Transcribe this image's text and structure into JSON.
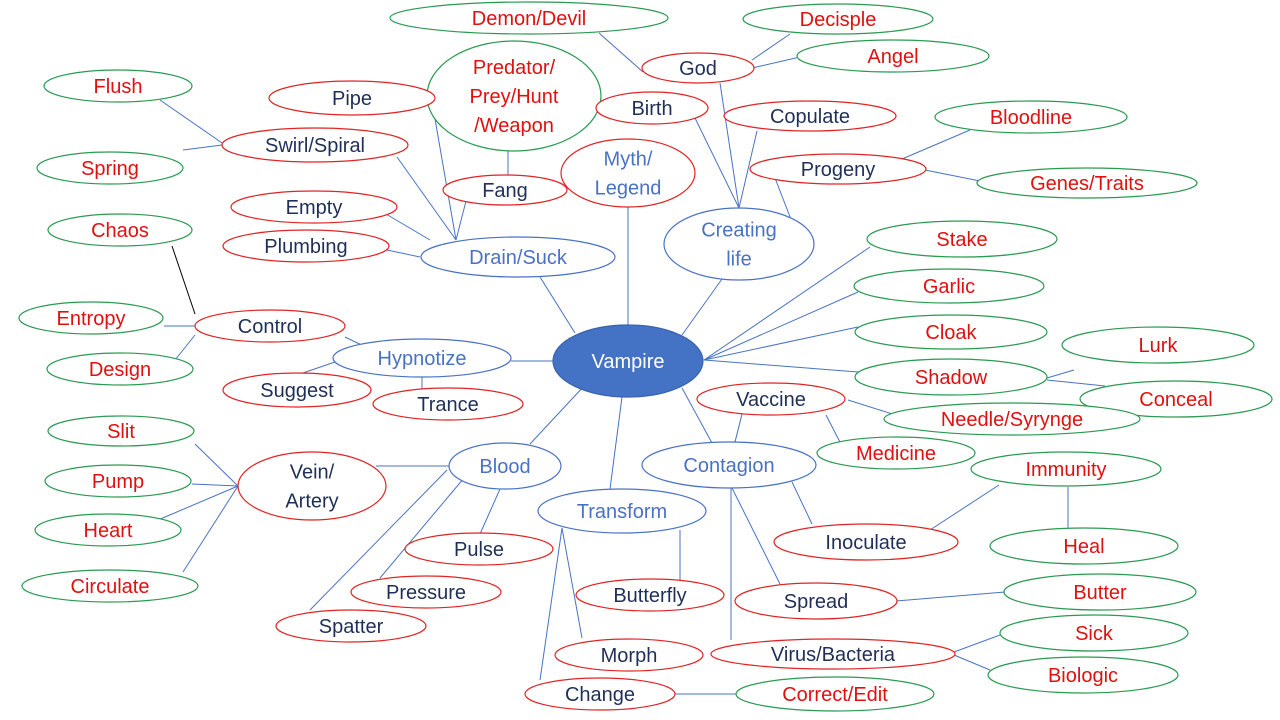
{
  "colors": {
    "blue_line": "#4a72c4",
    "red_border": "#e02424",
    "green_border": "#2a9a52",
    "blue_border": "#4a72c4",
    "dark_text": "#1f2f57",
    "red_text": "#e01010",
    "blue_text": "#4a72c4",
    "center_fill": "#4472c4",
    "center_text": "#ffffff"
  },
  "center": {
    "id": "vampire",
    "label": "Vampire"
  },
  "nodes": [
    {
      "id": "myth",
      "lines": [
        "Myth/",
        "Legend"
      ],
      "style": "red-blue"
    },
    {
      "id": "creating",
      "lines": [
        "Creating",
        "life"
      ],
      "style": "blue"
    },
    {
      "id": "drain",
      "lines": [
        "Drain/Suck"
      ],
      "style": "blue"
    },
    {
      "id": "hypnotize",
      "lines": [
        "Hypnotize"
      ],
      "style": "blue"
    },
    {
      "id": "blood",
      "lines": [
        "Blood"
      ],
      "style": "blue"
    },
    {
      "id": "transform",
      "lines": [
        "Transform"
      ],
      "style": "blue"
    },
    {
      "id": "contagion",
      "lines": [
        "Contagion"
      ],
      "style": "blue"
    },
    {
      "id": "demon",
      "lines": [
        "Demon/Devil"
      ],
      "style": "green"
    },
    {
      "id": "decisple",
      "lines": [
        "Decisple"
      ],
      "style": "green"
    },
    {
      "id": "god",
      "lines": [
        "God"
      ],
      "style": "red"
    },
    {
      "id": "angel",
      "lines": [
        "Angel"
      ],
      "style": "green"
    },
    {
      "id": "predator",
      "lines": [
        "Predator/",
        "Prey/Hunt",
        "/Weapon"
      ],
      "style": "green"
    },
    {
      "id": "pipe",
      "lines": [
        "Pipe"
      ],
      "style": "red"
    },
    {
      "id": "birth",
      "lines": [
        "Birth"
      ],
      "style": "red"
    },
    {
      "id": "copulate",
      "lines": [
        "Copulate"
      ],
      "style": "red"
    },
    {
      "id": "bloodline",
      "lines": [
        "Bloodline"
      ],
      "style": "green"
    },
    {
      "id": "flush",
      "lines": [
        "Flush"
      ],
      "style": "green"
    },
    {
      "id": "swirl",
      "lines": [
        "Swirl/Spiral"
      ],
      "style": "red"
    },
    {
      "id": "progeny",
      "lines": [
        "Progeny"
      ],
      "style": "red"
    },
    {
      "id": "genes",
      "lines": [
        "Genes/Traits"
      ],
      "style": "green"
    },
    {
      "id": "spring",
      "lines": [
        "Spring"
      ],
      "style": "green"
    },
    {
      "id": "fang",
      "lines": [
        "Fang"
      ],
      "style": "red"
    },
    {
      "id": "empty",
      "lines": [
        "Empty"
      ],
      "style": "red"
    },
    {
      "id": "chaos",
      "lines": [
        "Chaos"
      ],
      "style": "green"
    },
    {
      "id": "plumbing",
      "lines": [
        "Plumbing"
      ],
      "style": "red"
    },
    {
      "id": "stake",
      "lines": [
        "Stake"
      ],
      "style": "green"
    },
    {
      "id": "garlic",
      "lines": [
        "Garlic"
      ],
      "style": "green"
    },
    {
      "id": "entropy",
      "lines": [
        "Entropy"
      ],
      "style": "green"
    },
    {
      "id": "control",
      "lines": [
        "Control"
      ],
      "style": "red"
    },
    {
      "id": "cloak",
      "lines": [
        "Cloak"
      ],
      "style": "green"
    },
    {
      "id": "lurk",
      "lines": [
        "Lurk"
      ],
      "style": "green"
    },
    {
      "id": "design",
      "lines": [
        "Design"
      ],
      "style": "green"
    },
    {
      "id": "suggest",
      "lines": [
        "Suggest"
      ],
      "style": "red"
    },
    {
      "id": "shadow",
      "lines": [
        "Shadow"
      ],
      "style": "green"
    },
    {
      "id": "conceal",
      "lines": [
        "Conceal"
      ],
      "style": "green"
    },
    {
      "id": "vaccine",
      "lines": [
        "Vaccine"
      ],
      "style": "red"
    },
    {
      "id": "trance",
      "lines": [
        "Trance"
      ],
      "style": "red"
    },
    {
      "id": "needle",
      "lines": [
        "Needle/Syrynge"
      ],
      "style": "green"
    },
    {
      "id": "slit",
      "lines": [
        "Slit"
      ],
      "style": "green"
    },
    {
      "id": "medicine",
      "lines": [
        "Medicine"
      ],
      "style": "green"
    },
    {
      "id": "vein",
      "lines": [
        "Vein/",
        "Artery"
      ],
      "style": "red"
    },
    {
      "id": "immunity",
      "lines": [
        "Immunity"
      ],
      "style": "green"
    },
    {
      "id": "pump",
      "lines": [
        "Pump"
      ],
      "style": "green"
    },
    {
      "id": "heart",
      "lines": [
        "Heart"
      ],
      "style": "green"
    },
    {
      "id": "inoculate",
      "lines": [
        "Inoculate"
      ],
      "style": "red"
    },
    {
      "id": "heal",
      "lines": [
        "Heal"
      ],
      "style": "green"
    },
    {
      "id": "pulse",
      "lines": [
        "Pulse"
      ],
      "style": "red"
    },
    {
      "id": "circulate",
      "lines": [
        "Circulate"
      ],
      "style": "green"
    },
    {
      "id": "pressure",
      "lines": [
        "Pressure"
      ],
      "style": "red"
    },
    {
      "id": "butterfly",
      "lines": [
        "Butterfly"
      ],
      "style": "red"
    },
    {
      "id": "butter",
      "lines": [
        "Butter"
      ],
      "style": "green"
    },
    {
      "id": "spread",
      "lines": [
        "Spread"
      ],
      "style": "red"
    },
    {
      "id": "spatter",
      "lines": [
        "Spatter"
      ],
      "style": "red"
    },
    {
      "id": "sick",
      "lines": [
        "Sick"
      ],
      "style": "green"
    },
    {
      "id": "morph",
      "lines": [
        "Morph"
      ],
      "style": "red"
    },
    {
      "id": "virus",
      "lines": [
        "Virus/Bacteria"
      ],
      "style": "red"
    },
    {
      "id": "biologic",
      "lines": [
        "Biologic"
      ],
      "style": "green"
    },
    {
      "id": "change",
      "lines": [
        "Change"
      ],
      "style": "red"
    },
    {
      "id": "correct",
      "lines": [
        "Correct/Edit"
      ],
      "style": "green"
    }
  ]
}
